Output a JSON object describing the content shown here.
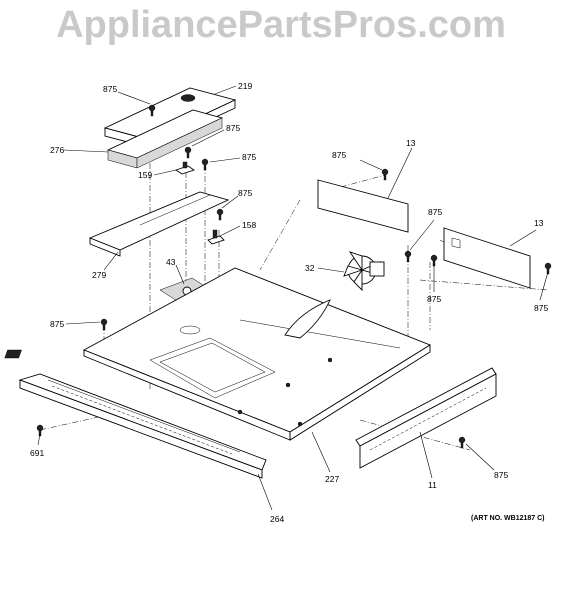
{
  "watermark": "AppliancePartsPros.com",
  "art_number": "(ART NO. WB12187 C)",
  "callouts": {
    "c875_a": "875",
    "c219": "219",
    "c875_b": "875",
    "c276": "276",
    "c875_c": "875",
    "c159": "159",
    "c875_d": "875",
    "c158": "158",
    "c279": "279",
    "c43": "43",
    "c875_e": "875",
    "c691": "691",
    "c264": "264",
    "c227": "227",
    "c32": "32",
    "c875_f": "875",
    "c13_a": "13",
    "c875_g": "875",
    "c13_b": "13",
    "c875_h": "875",
    "c875_i": "875",
    "c11": "11",
    "c875_j": "875"
  }
}
